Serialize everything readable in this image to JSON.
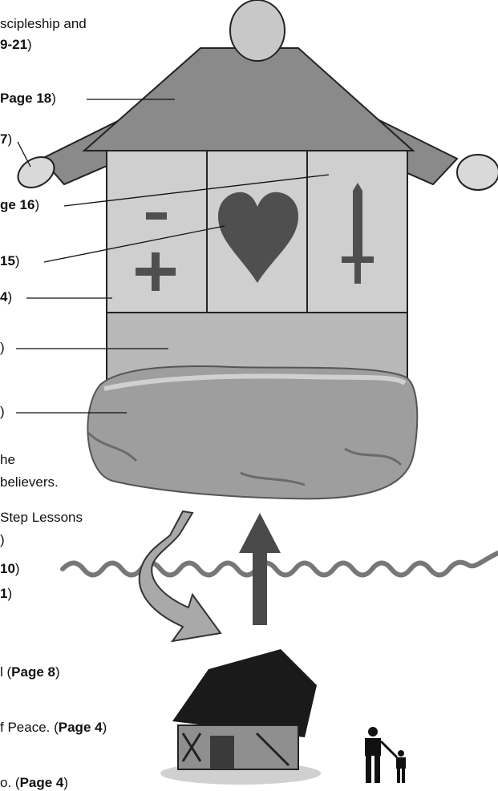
{
  "labels": {
    "discipleship_line1": "scipleship and",
    "discipleship_ref": "9-21",
    "roof_ref": "Page 18",
    "hand_ref": "7",
    "sword_ref": "ge 16",
    "heart_ref": "15",
    "plusminus_ref": "4",
    "floor_ref": "",
    "rock_ref": "",
    "the_text": "he",
    "believers_text": "believers.",
    "steplessons_text": "Step Lessons",
    "wave_ref": "10",
    "wave_ref2": "1",
    "gospel_text": "l (",
    "gospel_ref": "Page 8",
    "peace_text": "f Peace. (",
    "peace_ref": "Page 4",
    "bottom_text": "o. (",
    "bottom_ref": "Page 4"
  },
  "icons": [
    "head",
    "left-hand",
    "right-hand",
    "minus-plus",
    "heart",
    "sword",
    "rock",
    "down-curved-arrow",
    "up-arrow",
    "wave-line",
    "hut",
    "parent-child-figures"
  ],
  "colors": {
    "house": "#8a8a8a",
    "panel": "#cfcfcf",
    "floor": "#b8b8b8",
    "dark": "#4f4f4f",
    "hand": "#d9d9d9"
  }
}
